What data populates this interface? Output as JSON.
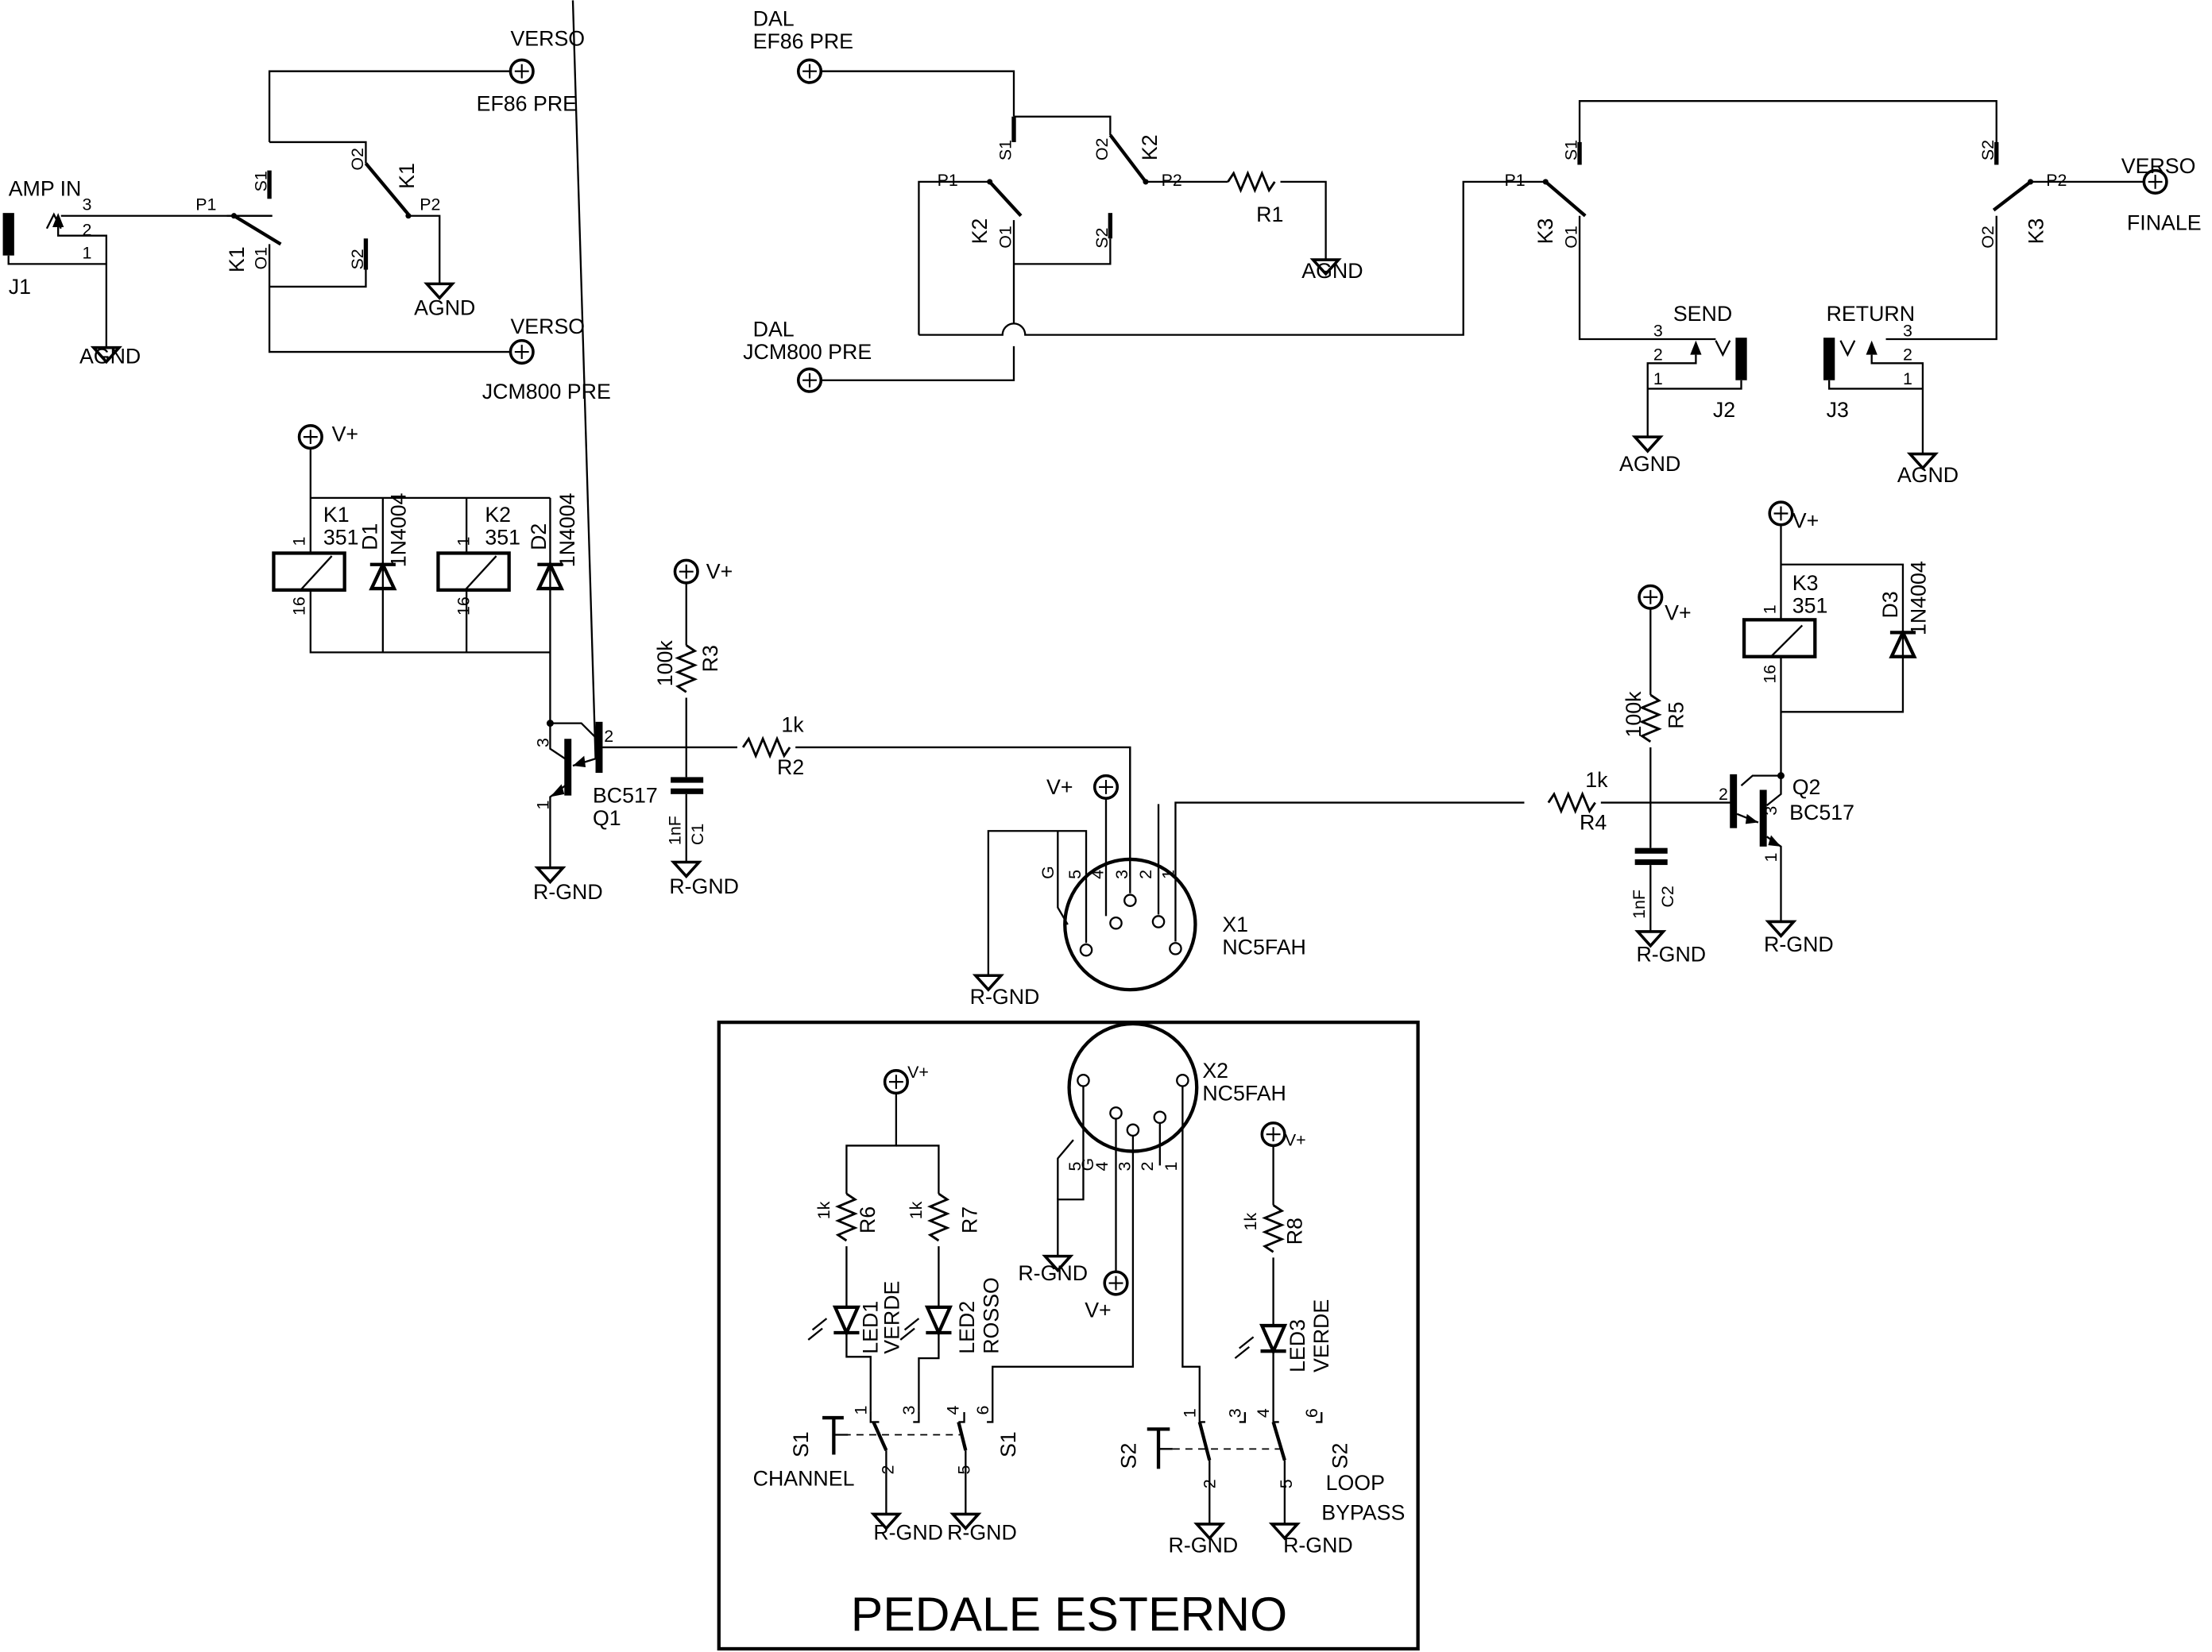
{
  "title": "PEDALE ESTERNO",
  "labels": {
    "amp_in": "AMP IN",
    "j1": "J1",
    "j2": "J2",
    "j3": "J3",
    "send": "SEND",
    "return": "RETURN",
    "verso": "VERSO",
    "dal": "DAL",
    "ef86_pre": "EF86 PRE",
    "jcm800_pre": "JCM800 PRE",
    "finale": "FINALE",
    "agnd": "AGND",
    "rgnd": "R-GND",
    "vplus": "V+",
    "channel": "CHANNEL",
    "loop": "LOOP",
    "bypass": "BYPASS"
  },
  "pins": {
    "p1": "P1",
    "p2": "P2",
    "s1": "S1",
    "s2": "S2",
    "o1": "O1",
    "o2": "O2",
    "g": "G",
    "n1": "1",
    "n2": "2",
    "n3": "3",
    "n4": "4",
    "n5": "5",
    "n6": "6",
    "n16": "16"
  },
  "components": {
    "k1": {
      "ref": "K1",
      "value": "351"
    },
    "k2": {
      "ref": "K2",
      "value": "351"
    },
    "k3": {
      "ref": "K3",
      "value": "351"
    },
    "d1": {
      "ref": "D1",
      "value": "1N4004"
    },
    "d2": {
      "ref": "D2",
      "value": "1N4004"
    },
    "d3": {
      "ref": "D3",
      "value": "1N4004"
    },
    "q1": {
      "ref": "Q1",
      "value": "BC517"
    },
    "q2": {
      "ref": "Q2",
      "value": "BC517"
    },
    "r1": {
      "ref": "R1",
      "value": ""
    },
    "r2": {
      "ref": "R2",
      "value": "1k"
    },
    "r3": {
      "ref": "R3",
      "value": "100k"
    },
    "r4": {
      "ref": "R4",
      "value": "1k"
    },
    "r5": {
      "ref": "R5",
      "value": "100k"
    },
    "r6": {
      "ref": "R6",
      "value": "1k"
    },
    "r7": {
      "ref": "R7",
      "value": "1k"
    },
    "r8": {
      "ref": "R8",
      "value": "1k"
    },
    "c1": {
      "ref": "C1",
      "value": "1nF"
    },
    "c2": {
      "ref": "C2",
      "value": "1nF"
    },
    "x1": {
      "ref": "X1",
      "value": "NC5FAH"
    },
    "x2": {
      "ref": "X2",
      "value": "NC5FAH"
    },
    "led1": {
      "ref": "LED1",
      "value": "VERDE"
    },
    "led2": {
      "ref": "LED2",
      "value": "ROSSO"
    },
    "led3": {
      "ref": "LED3",
      "value": "VERDE"
    },
    "s1": {
      "ref": "S1"
    },
    "s2": {
      "ref": "S2"
    }
  }
}
